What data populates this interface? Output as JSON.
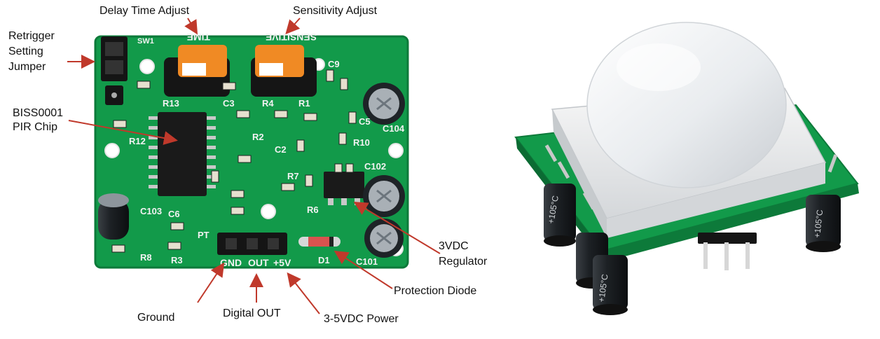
{
  "callouts": {
    "delay_time_adjust": "Delay Time Adjust",
    "sensitivity_adjust": "Sensitivity Adjust",
    "retrigger_line1": "Retrigger",
    "retrigger_line2": "Setting",
    "retrigger_line3": "Jumper",
    "chip_line1": "BISS0001",
    "chip_line2": "PIR Chip",
    "regulator_line1": "3VDC",
    "regulator_line2": "Regulator",
    "protection_diode": "Protection Diode",
    "ground": "Ground",
    "digital_out": "Digital OUT",
    "power": "3-5VDC Power"
  },
  "board_silkscreen": {
    "time": "TIME",
    "sensitive": "SENSITIVE",
    "sw1": "SW1",
    "r13": "R13",
    "c3": "C3",
    "r4": "R4",
    "r1": "R1",
    "c9": "C9",
    "c104": "C104",
    "c5": "C5",
    "r10": "R10",
    "r12": "R12",
    "r2": "R2",
    "c2": "C2",
    "c102": "C102",
    "r7": "R7",
    "r6": "R6",
    "c103": "C103",
    "c6": "C6",
    "pt": "PT",
    "r8": "R8",
    "r3": "R3",
    "d1": "D1",
    "c101": "C101",
    "gnd": "GND",
    "out": "OUT",
    "vcc": "+5V"
  },
  "capacitor_marking": "+105°C",
  "colors": {
    "pcb_green": "#129a4a",
    "pcb_dark": "#0d7a3a",
    "callout_arrow": "#c0392b",
    "potentiometer": "#f08a24",
    "dome": "#eef1f4"
  }
}
